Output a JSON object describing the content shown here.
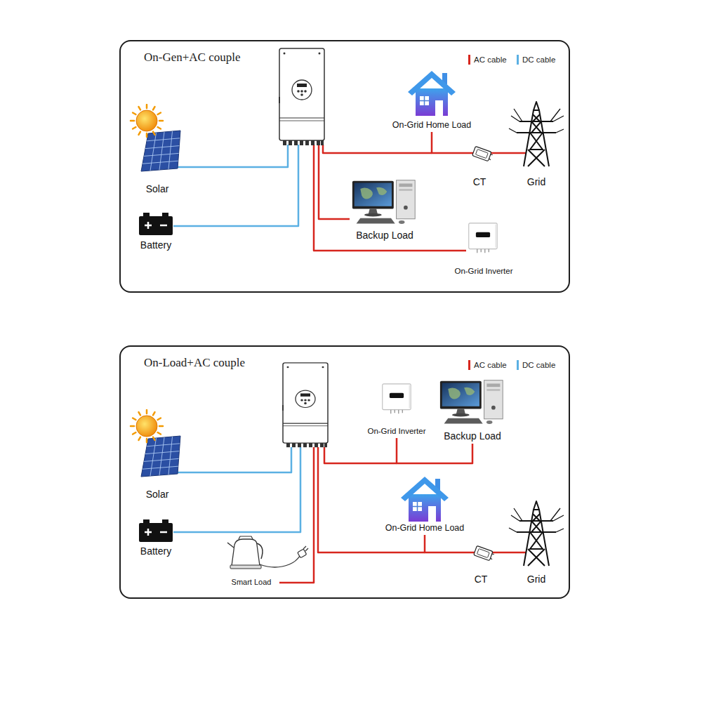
{
  "diagram": {
    "nodes": [
      {
        "text": [
          "On-Gen+AC couple"
        ]
      },
      {
        "text": [
          "Solar"
        ],
        "in": 0
      },
      {
        "text": [
          "Battery"
        ],
        "in": 0
      },
      {
        "text": [
          "On-Grid Home Load"
        ],
        "in": 0
      },
      {
        "text": [
          "CT"
        ],
        "in": 0
      },
      {
        "text": [
          "Grid"
        ],
        "in": 0
      },
      {
        "text": [
          "Backup Load"
        ],
        "in": 0
      },
      {
        "text": [
          "On-Grid Inverter"
        ],
        "in": 0
      },
      {
        "text": [
          "On-Load+AC couple"
        ]
      },
      {
        "text": [
          "On-Grid Inverter"
        ],
        "in": 8
      },
      {
        "text": [
          "Backup Load"
        ],
        "in": 8
      },
      {
        "text": [
          "Solar"
        ],
        "in": 8
      },
      {
        "text": [
          "Battery"
        ],
        "in": 8
      },
      {
        "text": [
          "On-Grid Home Load"
        ],
        "in": 8
      },
      {
        "text": [
          "Smart Load"
        ],
        "in": 8
      },
      {
        "text": [
          "CT"
        ],
        "in": 8
      },
      {
        "text": [
          "Grid"
        ],
        "in": 8
      }
    ],
    "edges": [
      {
        "from": 3,
        "to": 4,
        "arrow": "none"
      },
      {
        "from": 4,
        "to": 5,
        "arrow": "none"
      },
      {
        "from": 9,
        "to": 10,
        "arrow": "none"
      },
      {
        "from": 13,
        "to": 15,
        "arrow": "none"
      },
      {
        "from": 15,
        "to": 16,
        "arrow": "none"
      }
    ],
    "legend": [
      {
        "text": "AC cable",
        "color": "#d7261e"
      },
      {
        "text": "DC cable",
        "color": "#5bb0e3"
      },
      {
        "text": "AC cable",
        "color": "#d7261e"
      },
      {
        "text": "DC cable",
        "color": "#5bb0e3"
      }
    ]
  }
}
